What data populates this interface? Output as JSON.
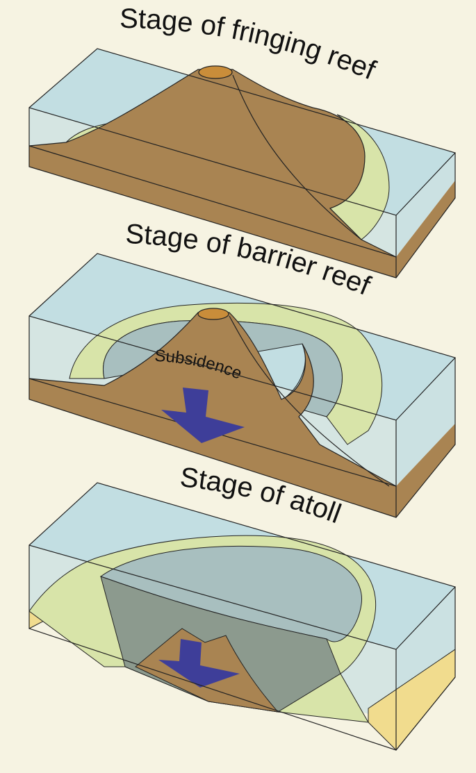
{
  "stages": [
    {
      "title": "Stage of fringing reef"
    },
    {
      "title": "Stage of barrier reef",
      "arrow_label": "Subsidence"
    },
    {
      "title": "Stage of atoll"
    }
  ],
  "colors": {
    "background": "#f6f3e2",
    "water": "#b9d9e2",
    "volcano": "#a98452",
    "crater": "#c98d3a",
    "reef": "#d8e4a9",
    "lagoon": "#a8bfbf",
    "sunken_core": "#8c9a8e",
    "sand": "#f1dc8e",
    "subsidence_arrow": "#3e3e99"
  }
}
